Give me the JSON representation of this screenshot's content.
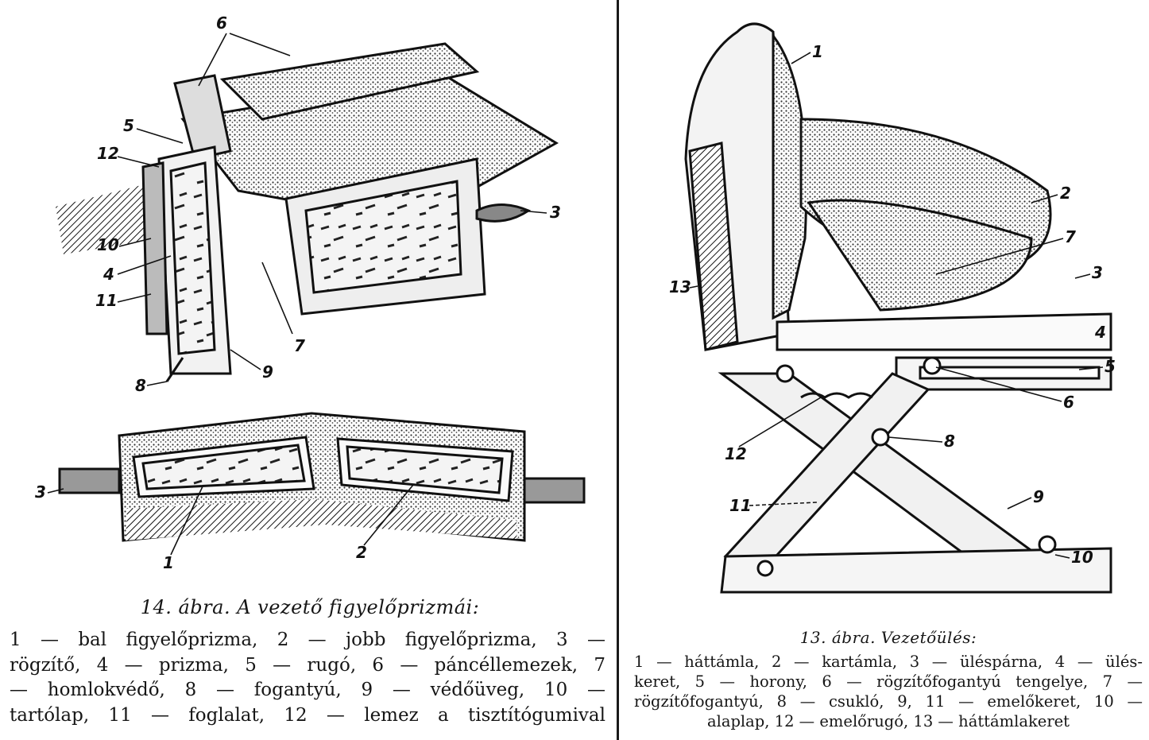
{
  "figure14": {
    "title": "14. ábra. A vezető figyelőprizmái:",
    "labels_top": [
      "6",
      "5",
      "12",
      "10",
      "4",
      "11",
      "8",
      "9",
      "7",
      "3"
    ],
    "labels_bottom": [
      "3",
      "1",
      "2"
    ],
    "legend_lines": [
      "1 — bal figyelőprizma, 2 — jobb figyelőprizma, 3 —",
      "rögzítő, 4 — prizma, 5 — rugó, 6 — páncéllemezek, 7",
      "— homlokvédő, 8 — fogantyú, 9 — védőüveg, 10 —",
      "tartólap, 11 — foglalat, 12 — lemez a tisztítógumival"
    ]
  },
  "figure13": {
    "title": "13. ábra. Vezetőülés:",
    "labels": [
      "1",
      "2",
      "7",
      "3",
      "4",
      "5",
      "6",
      "8",
      "9",
      "10",
      "11",
      "12",
      "13"
    ],
    "legend_lines": [
      "1 — háttámla, 2 — kartámla, 3 — üléspárna, 4 — ülés-",
      "keret, 5 — horony, 6 — rögzítőfogantyú tengelye, 7 —",
      "rögzítőfogantyú, 8 — csukló, 9, 11 — emelőkeret, 10 —",
      "alaplap, 12 — emelőrugó, 13 — háttámlakeret"
    ]
  },
  "colors": {
    "ink": "#161616",
    "paper": "#ffffff",
    "stipple": "#3a3a3a"
  }
}
